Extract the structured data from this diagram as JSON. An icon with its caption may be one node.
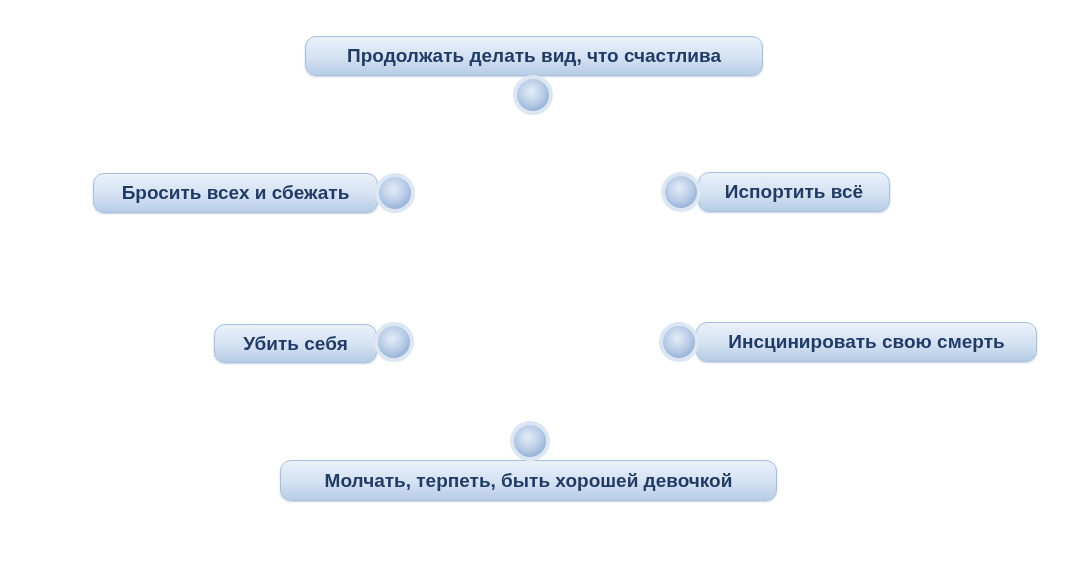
{
  "diagram": {
    "nodes": [
      {
        "text": [
          "Продолжать делать вид, что счастлива"
        ]
      },
      {
        "text": [
          "Бросить всех и сбежать"
        ]
      },
      {
        "text": [
          "Испортить всё"
        ]
      },
      {
        "text": [
          "Убить себя"
        ]
      },
      {
        "text": [
          "Инсцинировать свою смерть"
        ]
      },
      {
        "text": [
          "Молчать, терпеть, быть хорошей девочкой"
        ]
      }
    ]
  }
}
